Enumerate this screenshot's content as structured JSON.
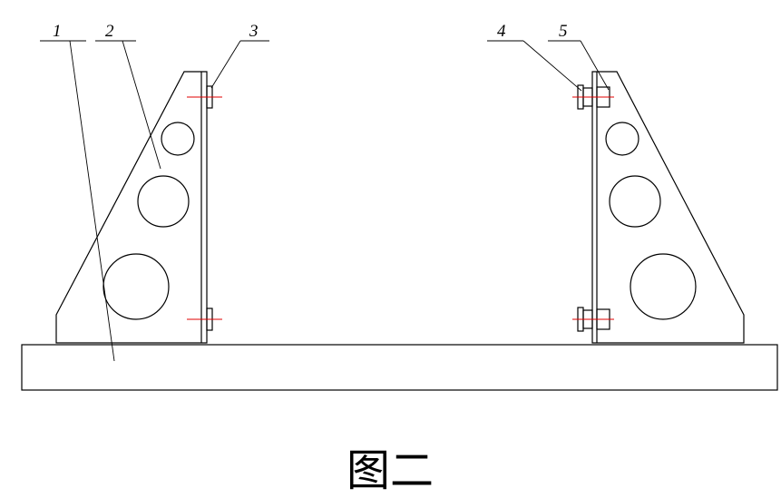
{
  "diagram": {
    "title": "图二",
    "part_labels": [
      "1",
      "2",
      "3",
      "4",
      "5"
    ]
  }
}
